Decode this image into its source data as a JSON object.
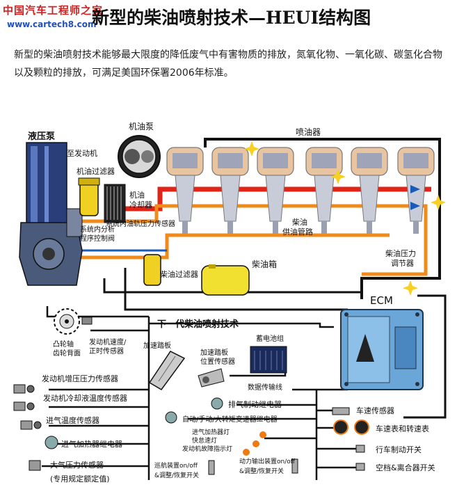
{
  "watermark": {
    "site_name": "中国汽车工程师之家",
    "url": "www.cartech8.com"
  },
  "title": "新型的柴油喷射技术—HEUI结构图",
  "description": "新型的柴油喷射技术能够最大限度的降低废气中有害物质的排放，氮氧化物、一氧化碳、碳氢化合物以及颗粒的排放，可满足美国环保署2006年标准。",
  "labels": {
    "hydraulic_pump": "液压泵",
    "engine": "至发动机",
    "oil_pump": "机油泵",
    "oil_filter": "机油过滤器",
    "oil_cooler_1": "机油",
    "oil_cooler_2": "冷却器",
    "injectors": "喷油器",
    "icp_sensor": "系统内油轨压力传感器",
    "ipr_valve_1": "系统内分析",
    "ipr_valve_2": "程序控制阀",
    "fuel_rail_1": "柴油",
    "fuel_rail_2": "供油管路",
    "fuel_regulator_1": "柴油压力",
    "fuel_regulator_2": "调节器",
    "fuel_filter": "柴油过滤器",
    "fuel_tank": "柴油箱",
    "ecm": "ECM",
    "next_gen": "下一代柴油喷射技术",
    "crank_gear_1": "凸轮轴",
    "crank_gear_2": "齿轮背面",
    "speed_sensor_1": "发动机速度/",
    "speed_sensor_2": "正时传感器",
    "accel_pedal": "加速踏板",
    "pedal_sensor_1": "加速踏板",
    "pedal_sensor_2": "位置传感器",
    "battery": "蓄电池组",
    "boost_sensor": "发动机增压压力传感器",
    "coolant_sensor": "发动机冷却液温度传感器",
    "intake_temp_sensor": "进气温度传感器",
    "intake_heater_relay": "进气加热器继电器",
    "baro_sensor": "大气压力传感器",
    "baro_note": "(专用规定额定值)",
    "data_link": "数据传输线",
    "exhaust_brake_relay": "排气制动继电器",
    "trans_relay": "自动/手动/大转矩变速器继电器",
    "warn_light_1": "进气加热器灯",
    "warn_light_2": "快怠速灯",
    "warn_light_3": "发动机故障指示灯",
    "vehicle_speed_sensor": "车速传感器",
    "speedo_tach": "车速表和转速表",
    "brake_switch": "行车制动开关",
    "clutch_switch": "空档&离合器开关",
    "cruise_1": "巡航装置on/off",
    "cruise_2": "&调整/恢复开关",
    "pto_1": "动力输出装置on/off",
    "pto_2": "&调整/恢复开关"
  }
}
